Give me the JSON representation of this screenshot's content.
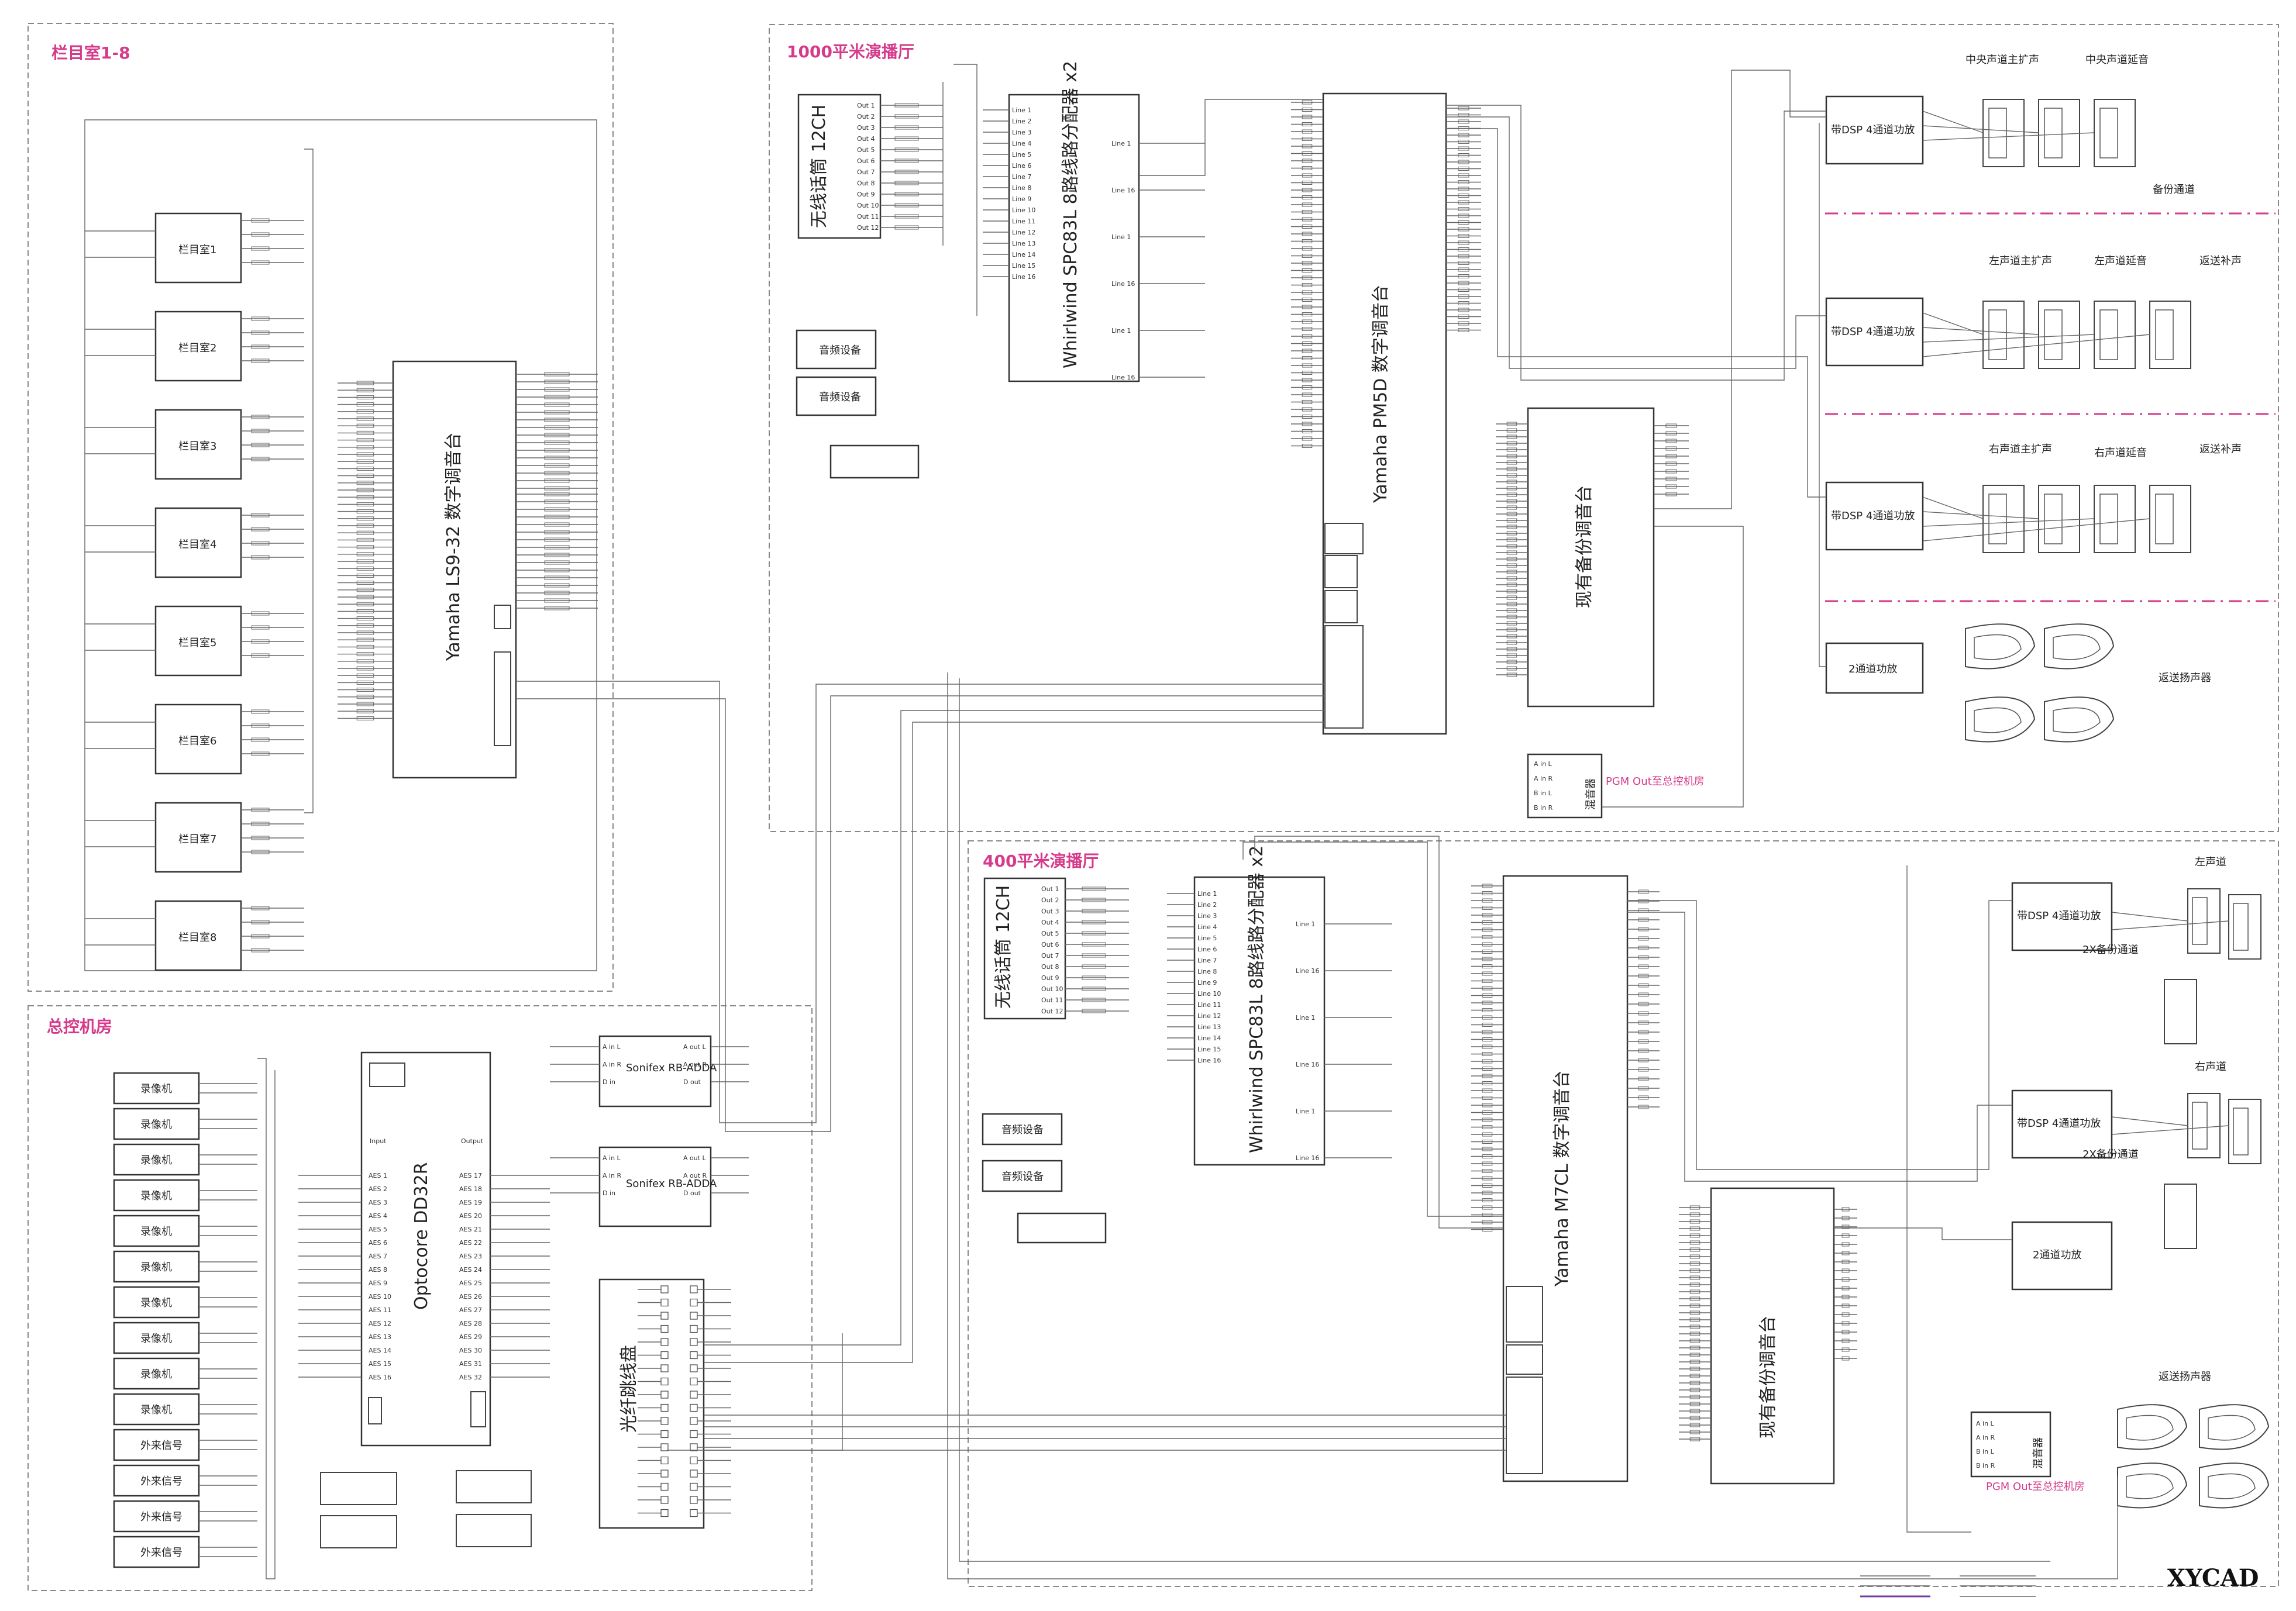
{
  "zones": {
    "control_rooms": "栏目室1-8",
    "hall_1000": "1000平米演播厅",
    "hall_400": "400平米演播厅",
    "master_room": "总控机房"
  },
  "control_rooms": {
    "rooms": [
      "栏目室1",
      "栏目室2",
      "栏目室3",
      "栏目室4",
      "栏目室5",
      "栏目室6",
      "栏目室7",
      "栏目室8"
    ],
    "console": "Yamaha LS9-32 数字调音台"
  },
  "hall_1000": {
    "wireless": "无线话筒 12CH",
    "wireless_outs": [
      "Out 1",
      "Out 2",
      "Out 3",
      "Out 4",
      "Out 5",
      "Out 6",
      "Out 7",
      "Out 8",
      "Out 9",
      "Out 10",
      "Out 11",
      "Out 12"
    ],
    "splitter": "Whirlwind SPC83L 8路线路分配器 x2",
    "splitter_lines": [
      "Line 1",
      "Line 2",
      "Line 3",
      "Line 4",
      "Line 5",
      "Line 6",
      "Line 7",
      "Line 8",
      "Line 9",
      "Line 10",
      "Line 11",
      "Line 12",
      "Line 13",
      "Line 14",
      "Line 15",
      "Line 16"
    ],
    "split_ports": [
      "Line 1",
      "Line 16",
      "Line 1",
      "Line 16",
      "Line 1",
      "Line 16"
    ],
    "console": "Yamaha PM5D 数字调音台",
    "backup": "现有备份调音台",
    "mixer": "混音器",
    "mixer_ports": [
      "A in L",
      "A in R",
      "B in L",
      "B in R"
    ],
    "pgm_out": "PGM Out至总控机房",
    "sources": [
      "音频设备",
      "音频设备"
    ],
    "dsp": [
      "带DSP 4通道功放",
      "带DSP 4通道功放",
      "带DSP 4通道功放",
      "2通道功放"
    ],
    "speaker_labels": [
      "中央声道主扩声",
      "中央声道延音",
      "左声道主扩声",
      "左声道延音",
      "返送补声",
      "右声道主扩声",
      "右声道延音",
      "返送补声"
    ],
    "backup_channel": "备份通道",
    "monitor": "返送扬声器"
  },
  "hall_400": {
    "wireless": "无线话筒 12CH",
    "splitter": "Whirlwind SPC83L 8路线路分配器 x2",
    "console": "Yamaha M7CL 数字调音台",
    "backup": "现有备份调音台",
    "mixer": "混音器",
    "pgm_out": "PGM Out至总控机房",
    "sources": [
      "音频设备",
      "音频设备"
    ],
    "dsp": [
      "带DSP 4通道功放",
      "带DSP 4通道功放",
      "2通道功放"
    ],
    "left": "左声道",
    "right": "右声道",
    "backup_channels": [
      "2X备份通道",
      "2X备份通道"
    ],
    "monitor": "返送扬声器"
  },
  "master": {
    "devices": [
      "录像机",
      "录像机",
      "录像机",
      "录像机",
      "录像机",
      "录像机",
      "录像机",
      "录像机",
      "录像机",
      "录像机",
      "外来信号",
      "外来信号",
      "外来信号",
      "外来信号"
    ],
    "router": "Optocore DD32R",
    "input_header": "Input",
    "output_header": "Output",
    "aes_in": [
      "AES 1",
      "AES 2",
      "AES 3",
      "AES 4",
      "AES 5",
      "AES 6",
      "AES 7",
      "AES 8",
      "AES 9",
      "AES 10",
      "AES 11",
      "AES 12",
      "AES 13",
      "AES 14",
      "AES 15",
      "AES 16"
    ],
    "aes_out": [
      "AES 17",
      "AES 18",
      "AES 19",
      "AES 20",
      "AES 21",
      "AES 22",
      "AES 23",
      "AES 24",
      "AES 25",
      "AES 26",
      "AES 27",
      "AES 28",
      "AES 29",
      "AES 30",
      "AES 31",
      "AES 32"
    ],
    "adda": [
      "Sonifex RB-ADDA",
      "Sonifex RB-ADDA"
    ],
    "adda_ports": [
      "A in L",
      "A in R",
      "D in",
      "A out L",
      "A out R",
      "D out"
    ],
    "patch": "光纤跳线盘"
  },
  "brand": "XYCAD",
  "colors": {
    "accent": "#d63a8a",
    "line": "#666666"
  }
}
